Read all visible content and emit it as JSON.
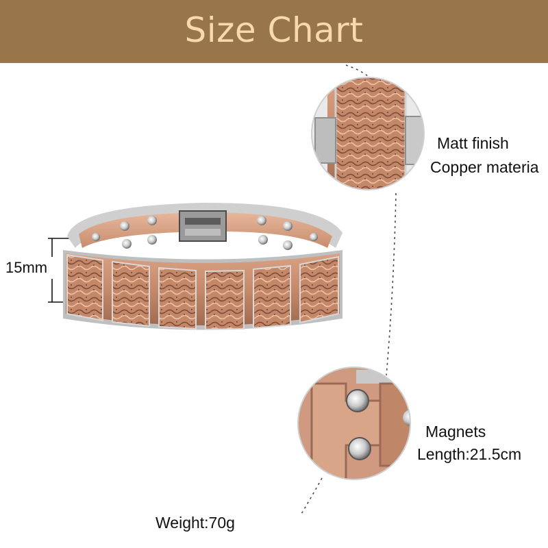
{
  "header": {
    "title": "Size Chart"
  },
  "annotations": {
    "width": "15mm",
    "finish": "Matt finish",
    "material": "Copper materia",
    "magnets": "Magnets",
    "length": "Length:21.5cm",
    "weight": "Weight:70g"
  },
  "colors": {
    "header_background": "#98764a",
    "header_text": "#f7d9ac",
    "copper": "#c58a6a",
    "copper_dark": "#8a5a44",
    "silver": "#d8d8d8"
  }
}
